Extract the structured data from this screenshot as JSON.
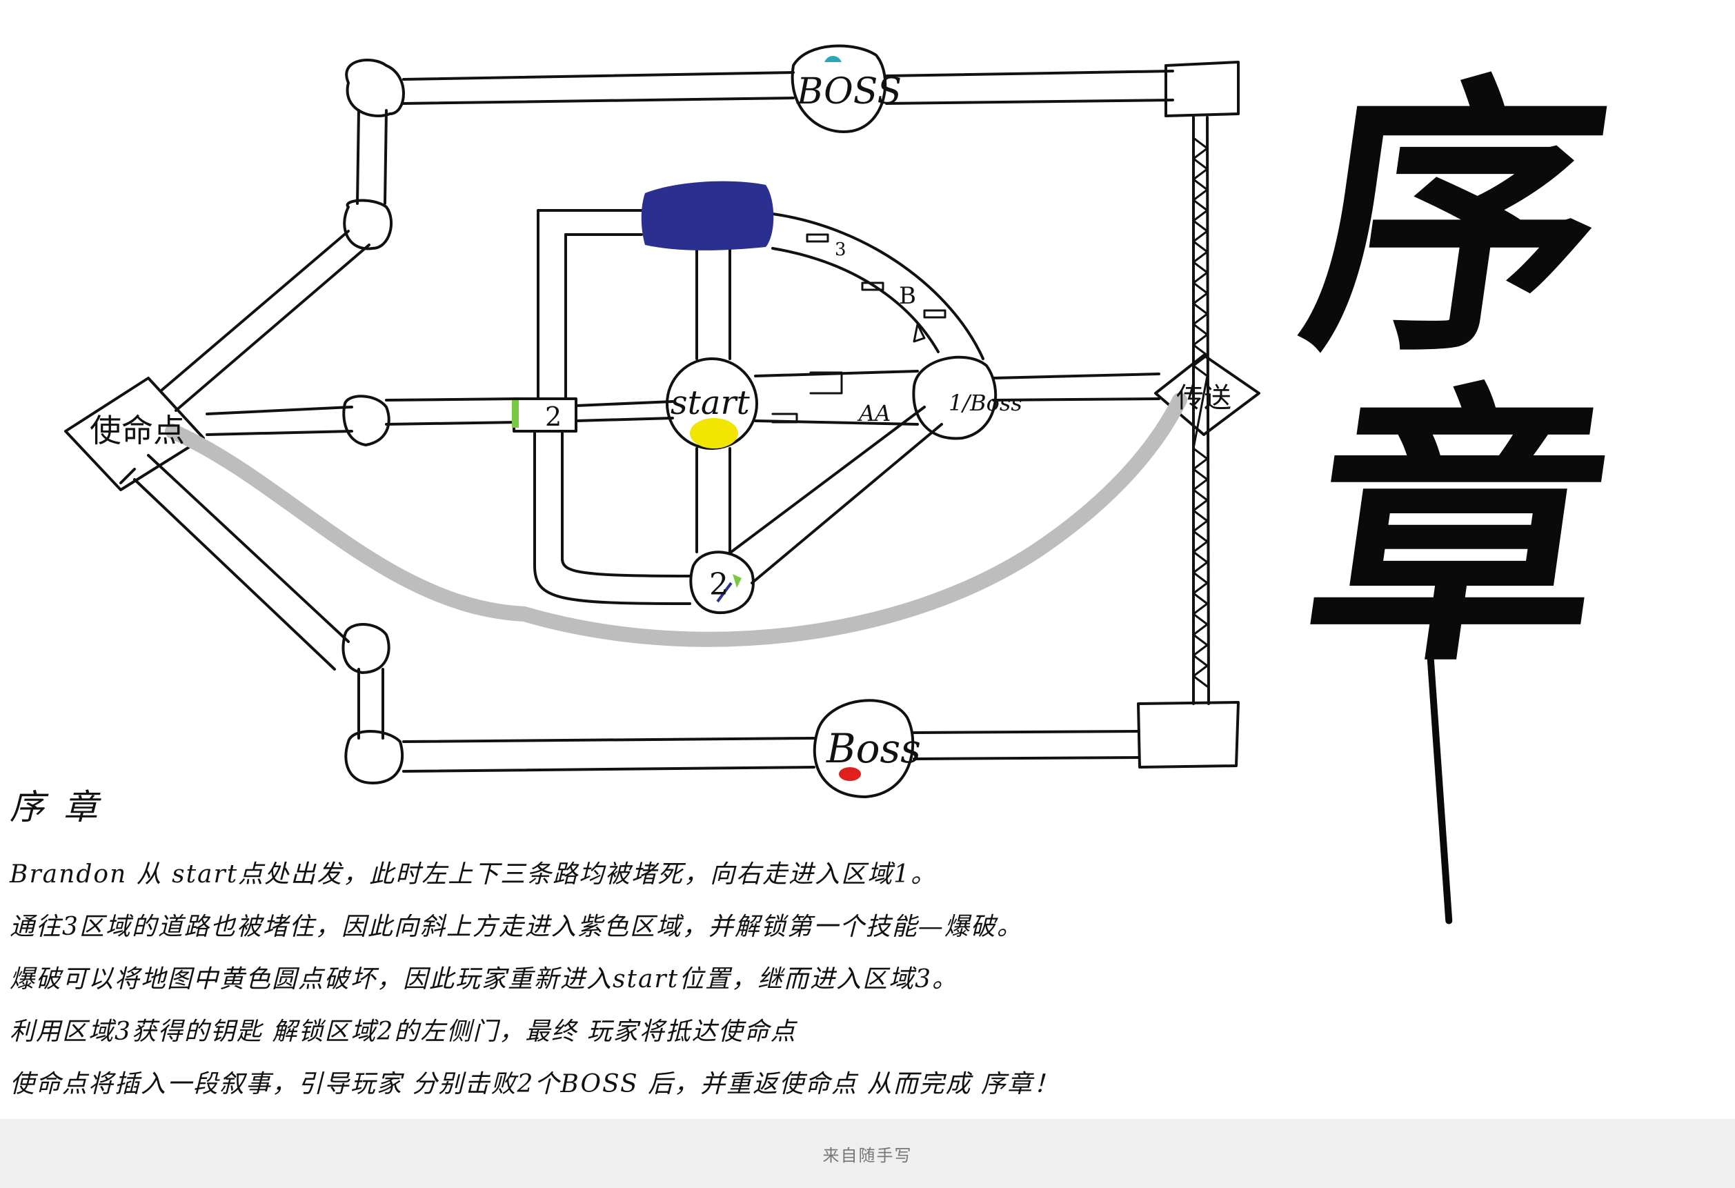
{
  "diagram": {
    "labels": {
      "boss_top": "BOSS",
      "boss_bottom": "Boss",
      "mission_point": "使命点",
      "teleport": "传送",
      "start": "start",
      "area_2_left": "2",
      "area_2_bottom": "2",
      "area_1_boss": "1/Boss",
      "area_3": "3",
      "aa": "AA",
      "b": "B"
    },
    "colors": {
      "purple_area": "#2b2f8f",
      "yellow_point": "#f2e600",
      "green_marker": "#7ac943",
      "teal_marker": "#29a9b8",
      "red_marker": "#e0201c",
      "gray_path": "#bdbdbd"
    }
  },
  "title_brush": {
    "char1": "序",
    "char2": "章"
  },
  "notes": {
    "heading": "序 章",
    "lines": [
      "Brandon 从 start点处出发，此时左上下三条路均被堵死，向右走进入区域1。",
      "通往3区域的道路也被堵住，因此向斜上方走进入紫色区域，并解锁第一个技能—爆破。",
      "爆破可以将地图中黄色圆点破坏，因此玩家重新进入start位置，继而进入区域3。",
      "利用区域3获得的钥匙 解锁区域2的左侧门，最终 玩家将抵达使命点",
      "使命点将插入一段叙事，引导玩家 分别击败2个BOSS 后，并重返使命点 从而完成 序章！"
    ]
  },
  "footer": {
    "text": "来自随手写"
  }
}
